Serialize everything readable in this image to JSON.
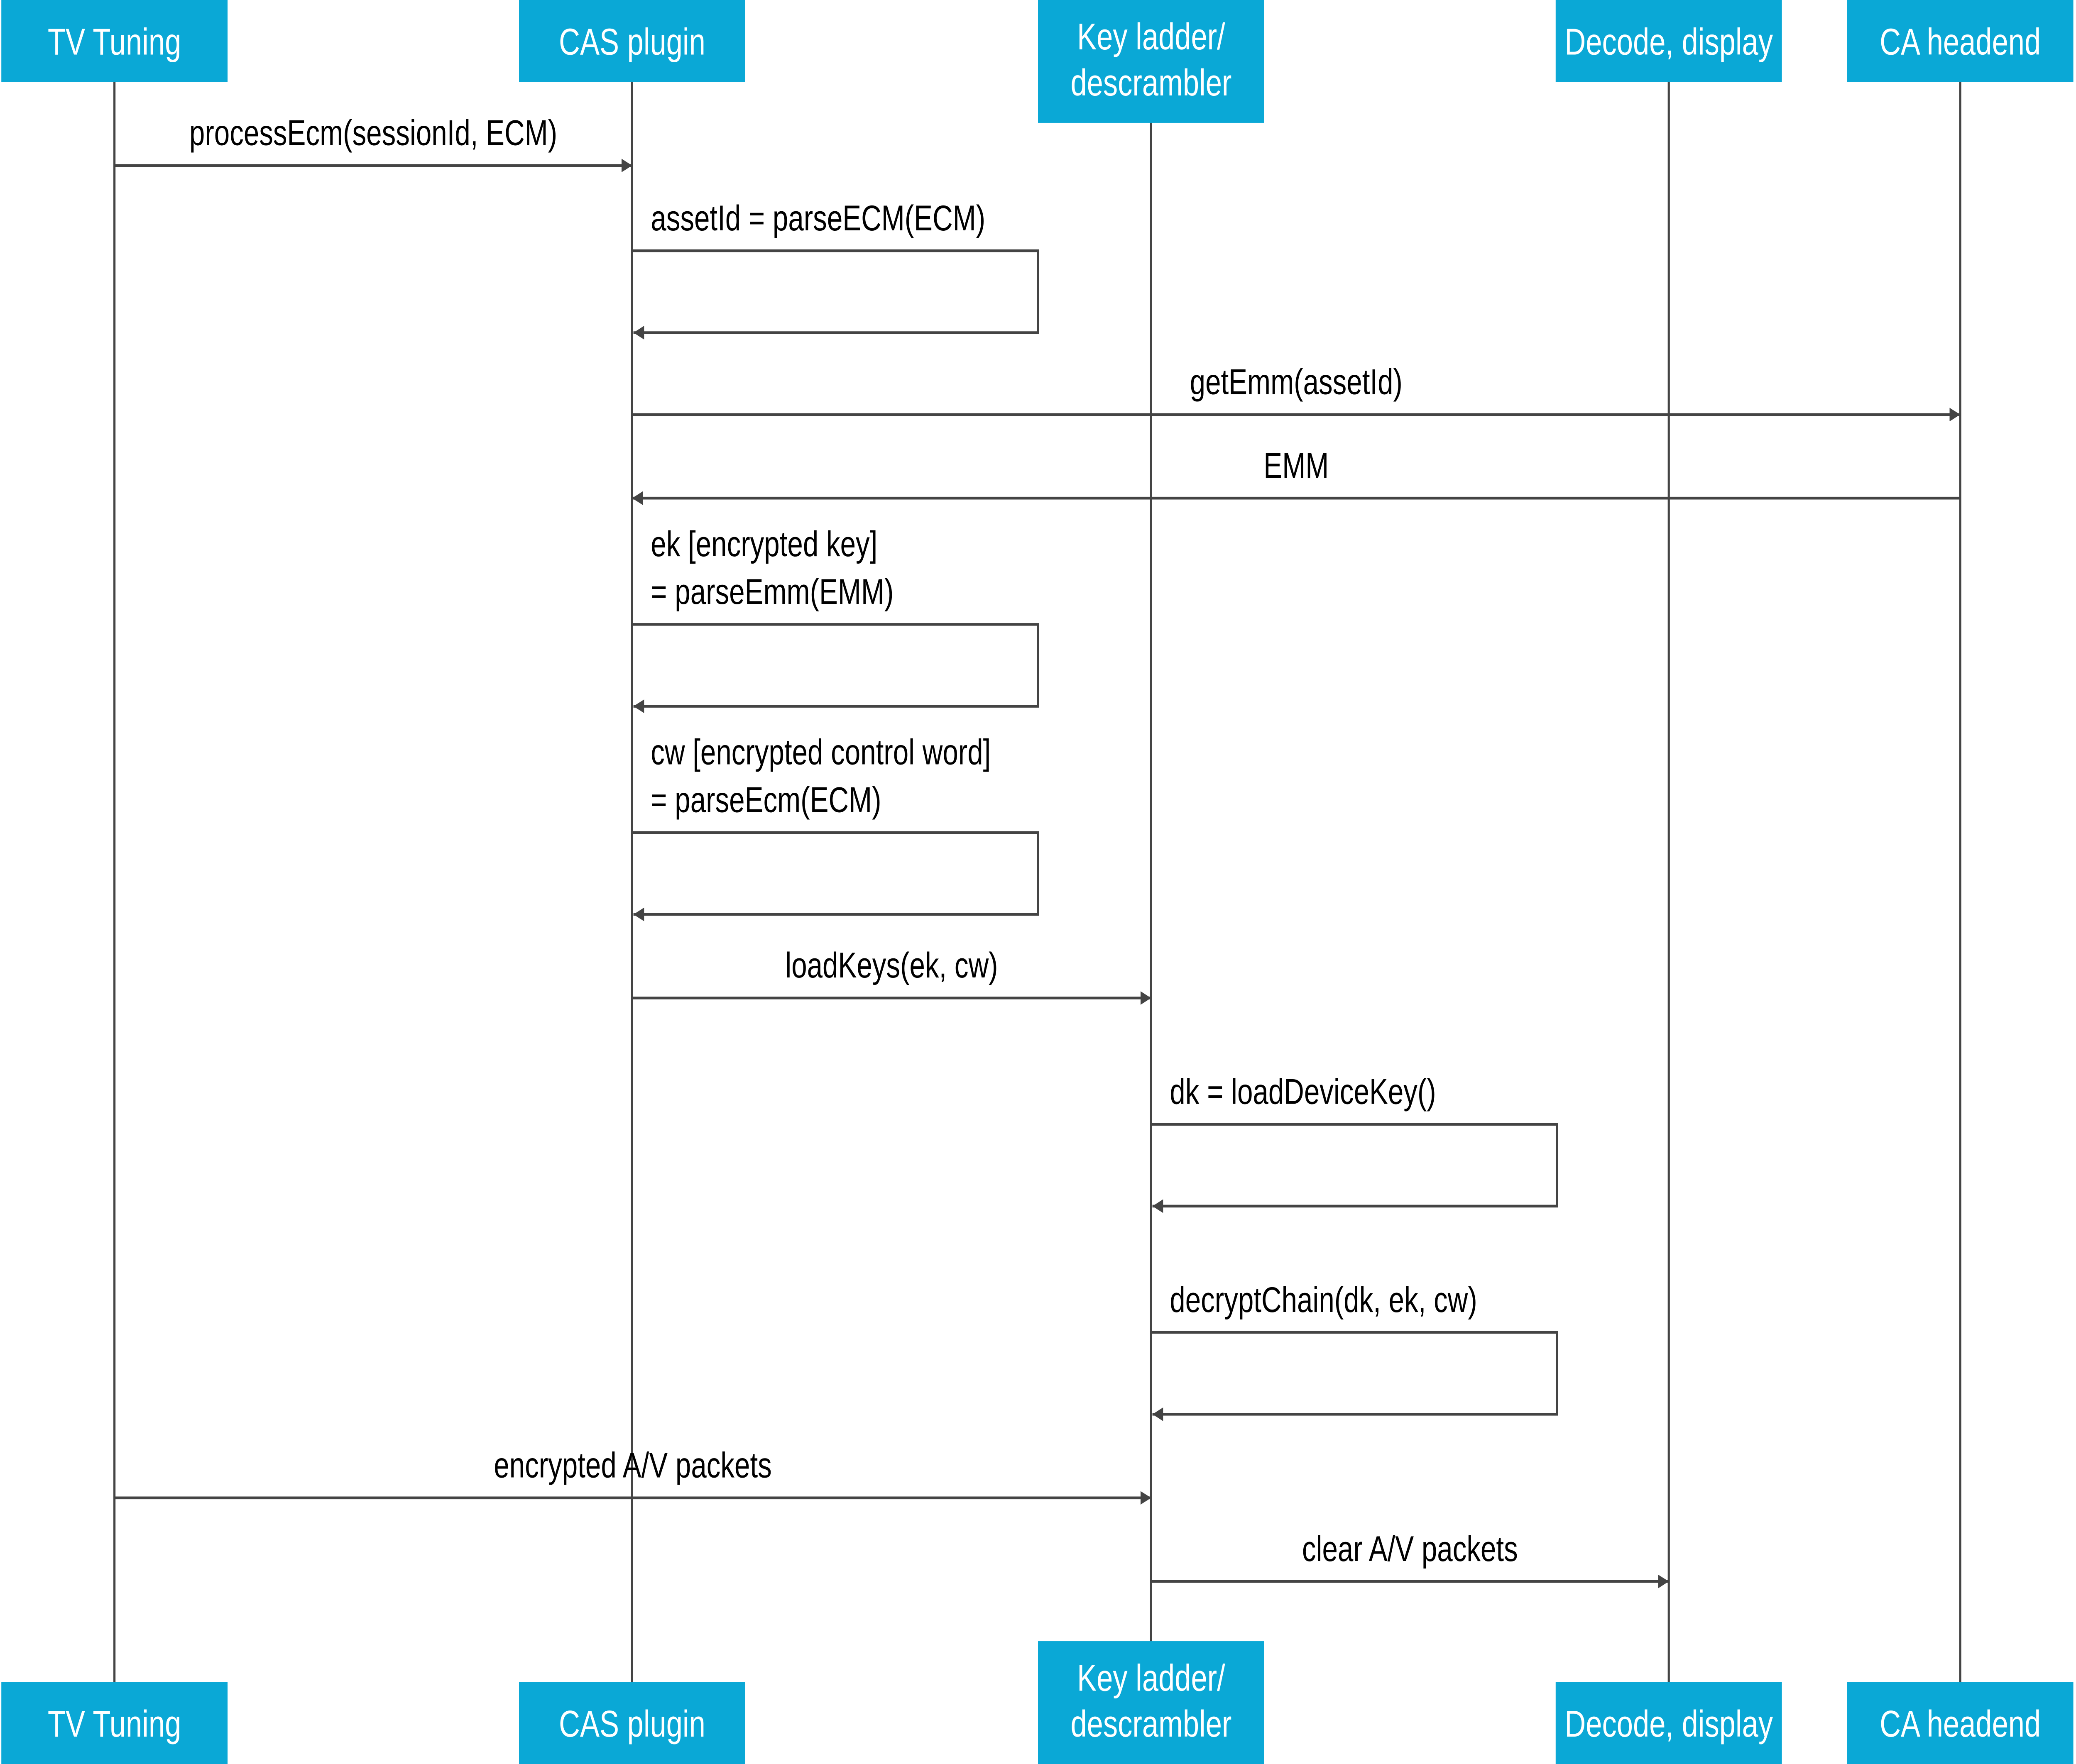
{
  "colors": {
    "participant_fill": "#0aa8d6",
    "line": "#444444",
    "participant_text": "#ffffff"
  },
  "participants": [
    {
      "id": "tv",
      "lines": [
        "TV Tuning"
      ]
    },
    {
      "id": "cas",
      "lines": [
        "CAS plugin"
      ]
    },
    {
      "id": "kl",
      "lines": [
        "Key ladder/",
        "descrambler"
      ]
    },
    {
      "id": "dd",
      "lines": [
        "Decode, display"
      ]
    },
    {
      "id": "ca",
      "lines": [
        "CA headend"
      ]
    }
  ],
  "messages": [
    {
      "from": "tv",
      "to": "cas",
      "lines": [
        "processEcm(sessionId, ECM)"
      ]
    },
    {
      "from": "cas",
      "to": "cas",
      "lines": [
        "assetId = parseECM(ECM)"
      ]
    },
    {
      "from": "cas",
      "to": "ca",
      "lines": [
        "getEmm(assetId)"
      ]
    },
    {
      "from": "ca",
      "to": "cas",
      "lines": [
        "EMM"
      ]
    },
    {
      "from": "cas",
      "to": "cas",
      "lines": [
        "ek [encrypted key]",
        "= parseEmm(EMM)"
      ]
    },
    {
      "from": "cas",
      "to": "cas",
      "lines": [
        "cw [encrypted control word]",
        "= parseEcm(ECM)"
      ]
    },
    {
      "from": "cas",
      "to": "kl",
      "lines": [
        "loadKeys(ek, cw)"
      ]
    },
    {
      "from": "kl",
      "to": "kl",
      "lines": [
        "dk = loadDeviceKey()"
      ]
    },
    {
      "from": "kl",
      "to": "kl",
      "lines": [
        "decryptChain(dk, ek, cw)"
      ]
    },
    {
      "from": "tv",
      "to": "kl",
      "lines": [
        "encrypted A/V packets"
      ]
    },
    {
      "from": "kl",
      "to": "dd",
      "lines": [
        "clear A/V packets"
      ]
    }
  ]
}
